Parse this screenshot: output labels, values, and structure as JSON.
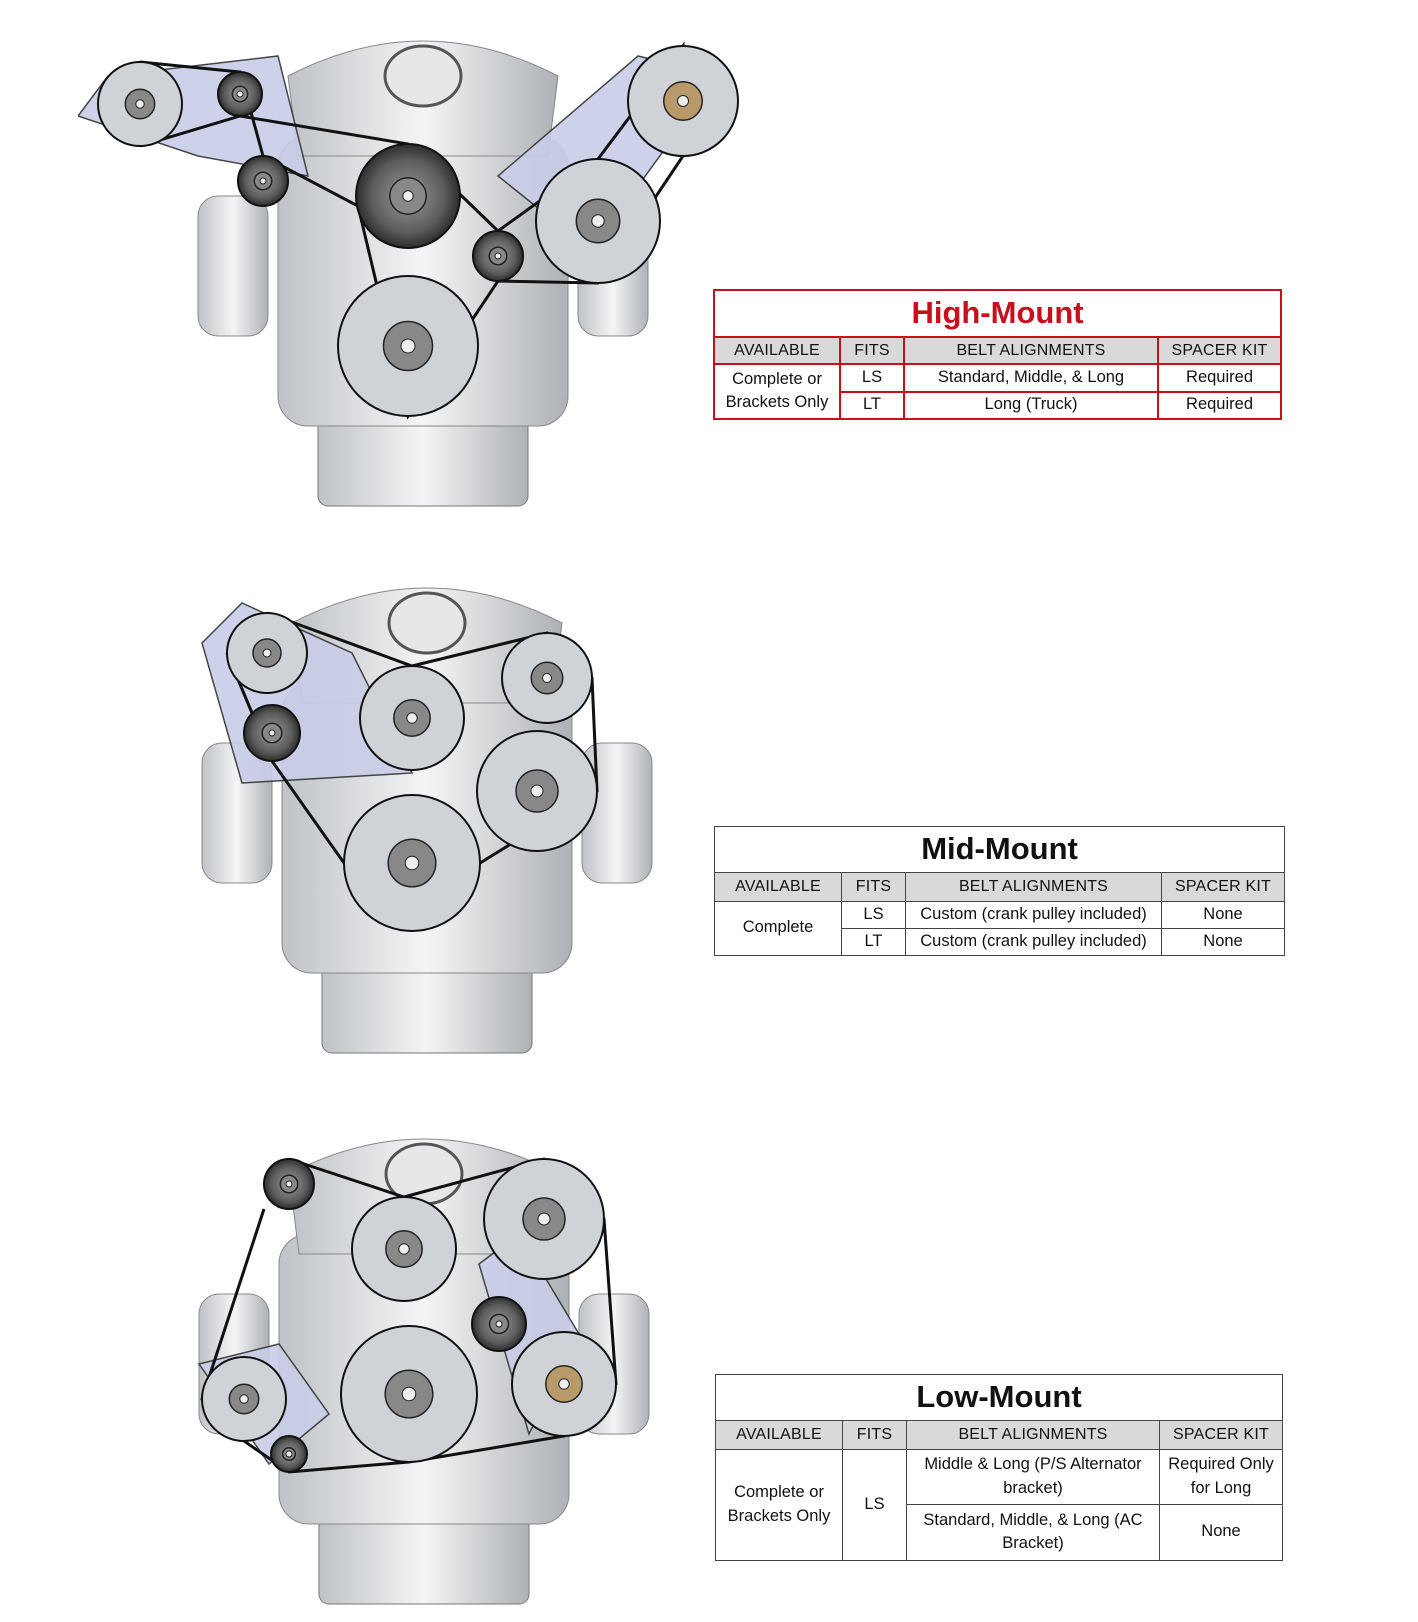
{
  "colors": {
    "high_accent": "#c8101c",
    "border": "#444444",
    "header_bg": "#d9d9d9"
  },
  "headers": {
    "available": "AVAILABLE",
    "fits": "FITS",
    "belt": "BELT ALIGNMENTS",
    "spacer": "SPACER KIT"
  },
  "high": {
    "title": "High-Mount",
    "available": "Complete or Brackets Only",
    "rows": [
      {
        "fits": "LS",
        "belt": "Standard, Middle, & Long",
        "spacer": "Required"
      },
      {
        "fits": "LT",
        "belt": "Long (Truck)",
        "spacer": "Required"
      }
    ]
  },
  "mid": {
    "title": "Mid-Mount",
    "available": "Complete",
    "rows": [
      {
        "fits": "LS",
        "belt": "Custom (crank pulley included)",
        "spacer": "None"
      },
      {
        "fits": "LT",
        "belt": "Custom (crank pulley included)",
        "spacer": "None"
      }
    ]
  },
  "low": {
    "title": "Low-Mount",
    "available": "Complete or Brackets Only",
    "fits": "LS",
    "rows": [
      {
        "belt": "Middle & Long (P/S Alternator bracket)",
        "spacer": "Required Only for Long"
      },
      {
        "belt": "Standard, Middle, & Long (AC Bracket)",
        "spacer": "None"
      }
    ]
  }
}
